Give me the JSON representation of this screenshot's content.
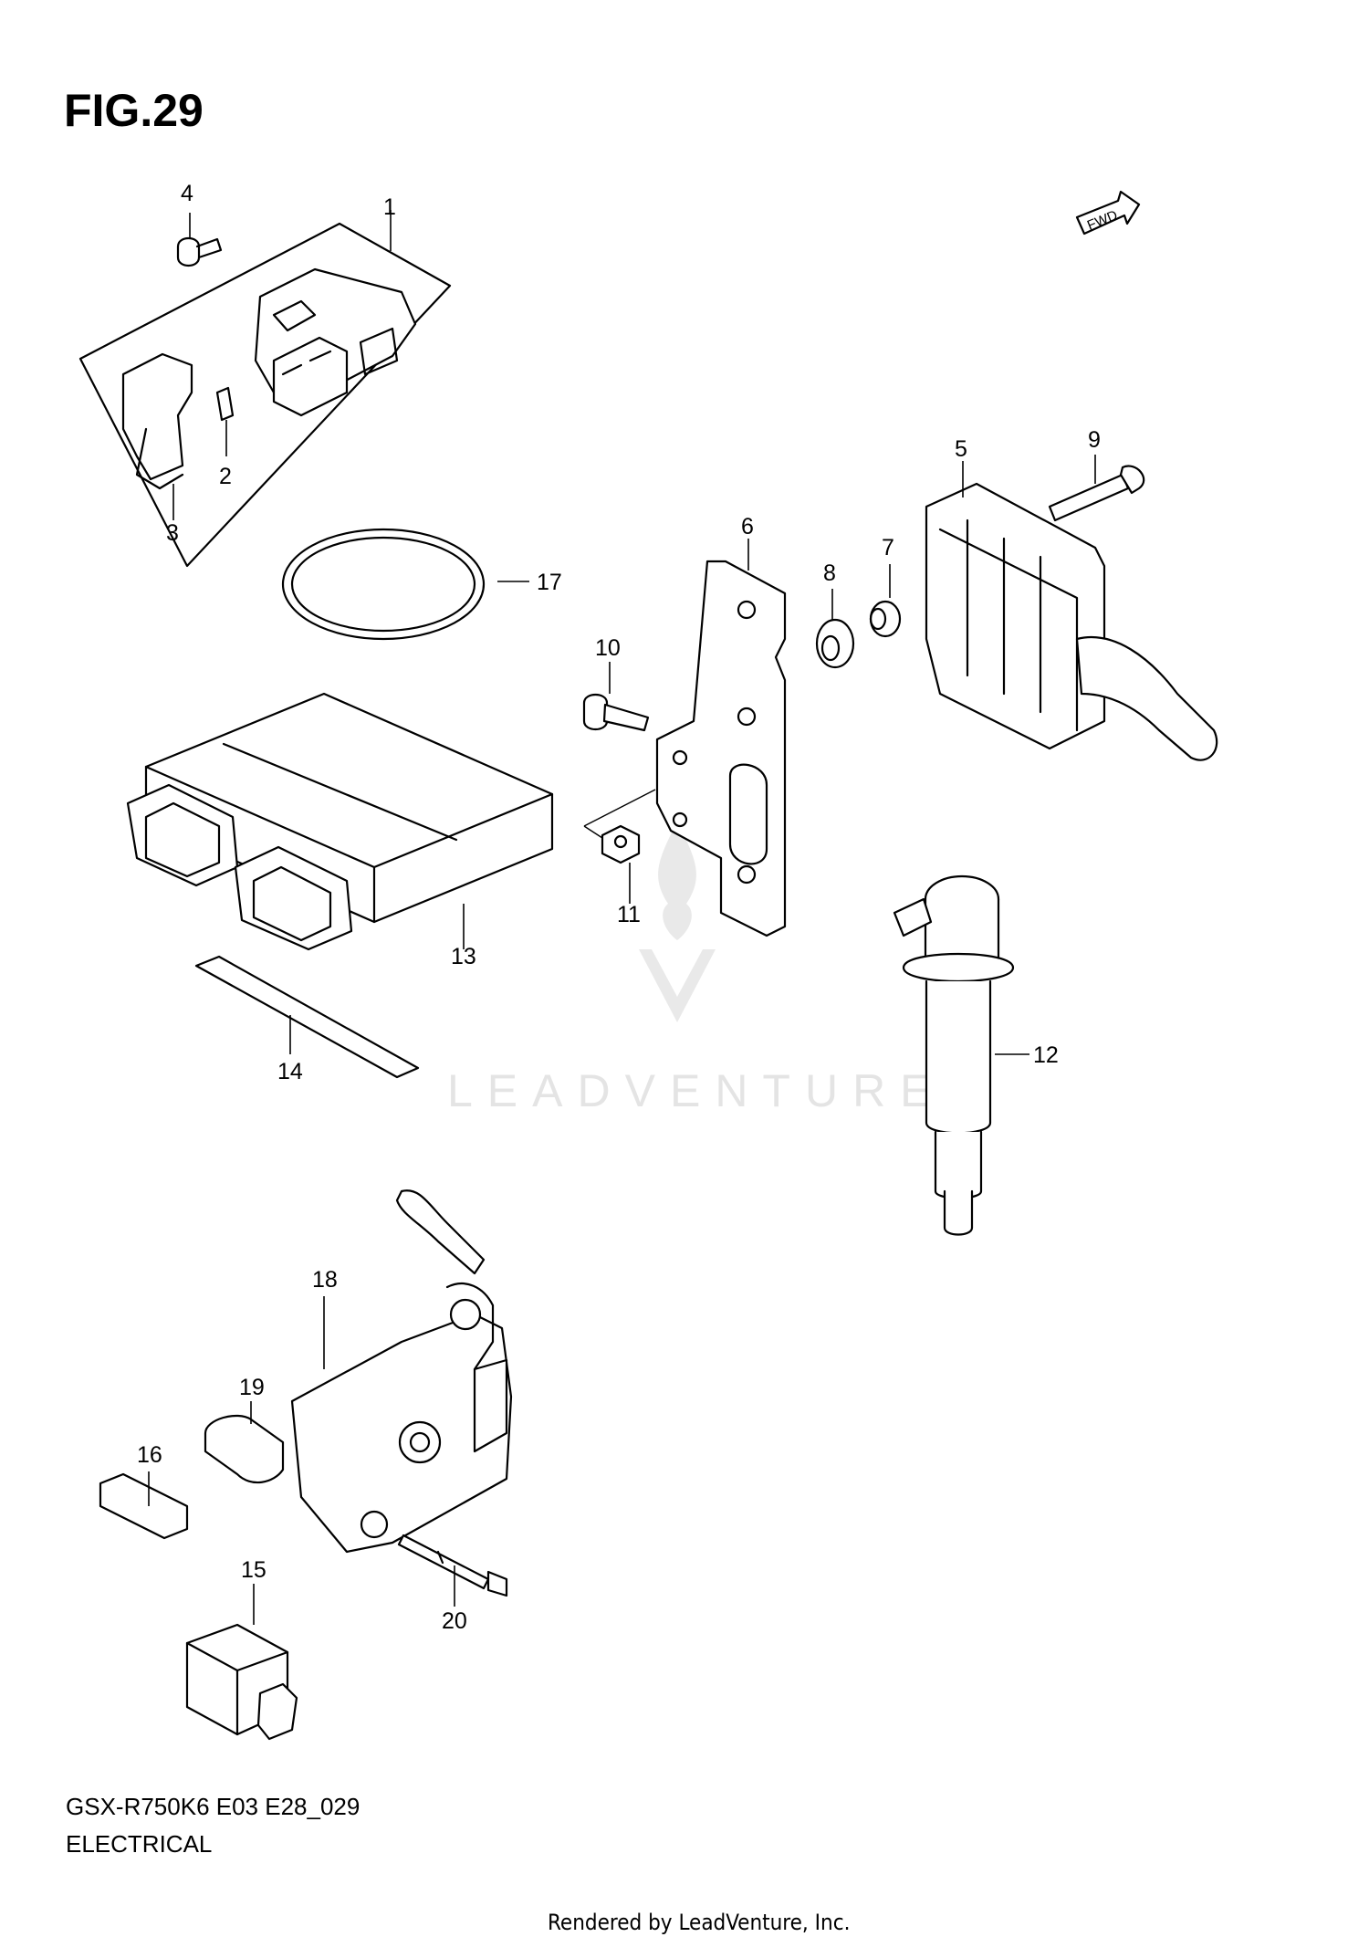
{
  "figure": {
    "title": "FIG.29",
    "model_code": "GSX-R750K6 E03 E28_029",
    "section_name": "ELECTRICAL",
    "rendered_by": "Rendered by LeadVenture, Inc.",
    "watermark_text": "LEADVENTURE",
    "fwd_label": "FWD"
  },
  "callouts": [
    "1",
    "2",
    "3",
    "4",
    "5",
    "6",
    "7",
    "8",
    "9",
    "10",
    "11",
    "12",
    "13",
    "14",
    "15",
    "16",
    "17",
    "18",
    "19",
    "20"
  ]
}
